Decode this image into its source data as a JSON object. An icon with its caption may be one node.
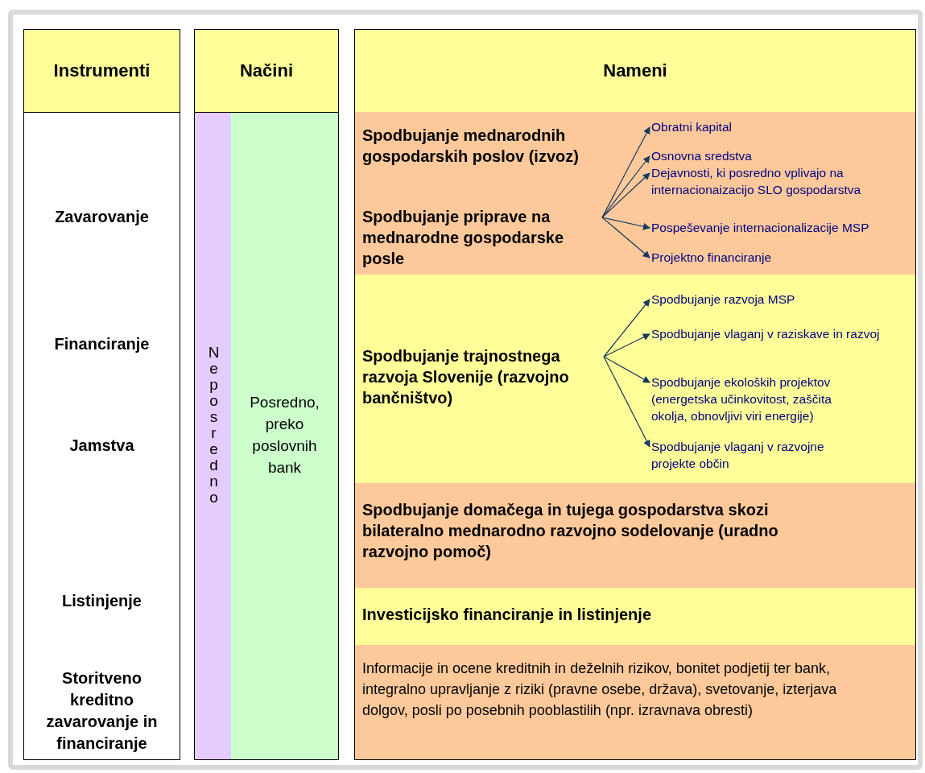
{
  "diagram": {
    "nodes": [
      {
        "text": [
          "Instrumenti"
        ]
      },
      {
        "text": [
          "Zavarovanje",
          "Financiranje",
          "Jamstva",
          "Listinjenje",
          "Storitveno kreditno zavarovanje in financiranje"
        ]
      },
      {
        "text": [
          "Načini"
        ]
      },
      {
        "text": [
          "Neposredno"
        ]
      },
      {
        "text": [
          "Posredno, preko poslovnih bank"
        ]
      },
      {
        "text": [
          "Nameni"
        ]
      },
      {
        "text": [],
        "shape": "box"
      },
      {
        "text": [
          "Spodbujanje mednarodnih gospodarskih poslov (izvoz)"
        ],
        "in": 6
      },
      {
        "text": [
          "Spodbujanje priprave na mednarodne gospodarske posle"
        ],
        "in": 6
      },
      {
        "text": [
          "Obratni kapital"
        ],
        "in": 6
      },
      {
        "text": [
          "Osnovna sredstva"
        ],
        "in": 6
      },
      {
        "text": [
          "Dejavnosti, ki posredno vplivajo na internacionaizacijo SLO gospodarstva"
        ],
        "in": 6
      },
      {
        "text": [
          "Pospeševanje internacionalizacije MSP"
        ],
        "in": 6
      },
      {
        "text": [
          "Projektno financiranje"
        ],
        "in": 6
      },
      {
        "text": [],
        "shape": "box"
      },
      {
        "text": [
          "Spodbujanje trajnostnega razvoja Slovenije (razvojno bančništvo)"
        ],
        "in": 14
      },
      {
        "text": [
          "Spodbujanje razvoja MSP"
        ],
        "in": 14
      },
      {
        "text": [
          "Spodbujanje vlaganj v raziskave in razvoj"
        ],
        "in": 14
      },
      {
        "text": [
          "Spodbujanje ekoloških projektov (energetska učinkovitost, zaščita okolja, obnovljivi viri energije)"
        ],
        "in": 14
      },
      {
        "text": [
          "Spodbujanje vlaganj v razvojne projekte občin"
        ],
        "in": 14
      },
      {
        "text": [
          "Spodbujanje domačega in tujega gospodarstva skozi bilateralno mednarodno razvojno sodelovanje (uradno razvojno pomoč)"
        ]
      },
      {
        "text": [
          "Investicijsko financiranje in listinjenje"
        ]
      },
      {
        "text": [
          "Informacije in ocene kreditnih in deželnih rizikov, bonitet podjetij ter bank, integralno upravljanje z riziki (pravne osebe, država), svetovanje, izterjava dolgov, posli po posebnih pooblastilih (npr. izravnava obresti)"
        ]
      }
    ],
    "edges": [
      {
        "from": 8,
        "to": 9,
        "arrow": "to"
      },
      {
        "from": 8,
        "to": 10,
        "arrow": "to"
      },
      {
        "from": 8,
        "to": 11,
        "arrow": "to"
      },
      {
        "from": 8,
        "to": 12,
        "arrow": "to"
      },
      {
        "from": 8,
        "to": 13,
        "arrow": "to"
      },
      {
        "from": 15,
        "to": 16,
        "arrow": "to"
      },
      {
        "from": 15,
        "to": 17,
        "arrow": "to"
      },
      {
        "from": 15,
        "to": 18,
        "arrow": "to"
      },
      {
        "from": 15,
        "to": 19,
        "arrow": "to"
      }
    ]
  }
}
